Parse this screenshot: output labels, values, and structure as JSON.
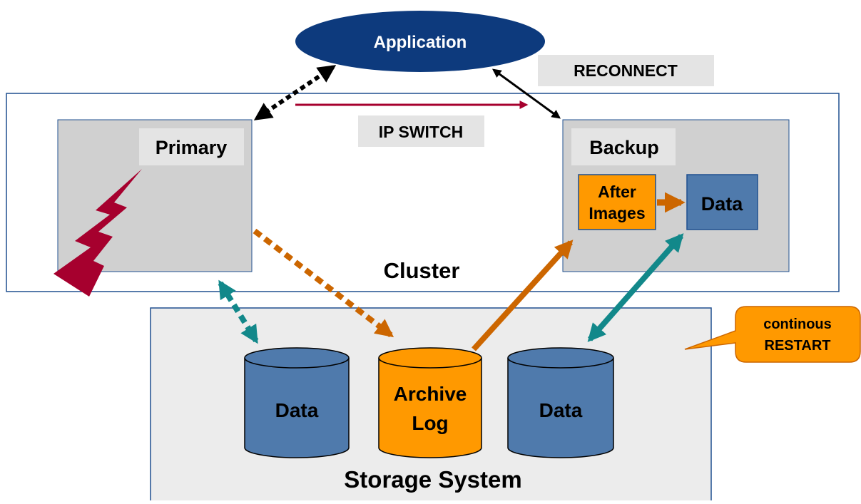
{
  "diagram": {
    "application": {
      "label": "Application"
    },
    "reconnect": {
      "label": "RECONNECT"
    },
    "ip_switch": {
      "label": "IP SWITCH"
    },
    "cluster": {
      "label": "Cluster"
    },
    "primary": {
      "label": "Primary"
    },
    "backup": {
      "label": "Backup",
      "after_images": {
        "line1": "After",
        "line2": "Images"
      },
      "data": {
        "label": "Data"
      }
    },
    "storage": {
      "label": "Storage System",
      "data_left": {
        "label": "Data"
      },
      "archive_log": {
        "line1": "Archive",
        "line2": "Log"
      },
      "data_right": {
        "label": "Data"
      }
    },
    "callout": {
      "line1": "continous",
      "line2": "RESTART"
    },
    "colors": {
      "navy": "#0d3a7d",
      "steel_blue": "#4f7aac",
      "orange": "#ff9900",
      "dark_orange": "#cc6600",
      "teal": "#12888a",
      "crimson": "#a6002e",
      "gray_box": "#d0d0d0",
      "label_gray": "#e4e4e4",
      "storage_bg": "#ececec"
    }
  }
}
